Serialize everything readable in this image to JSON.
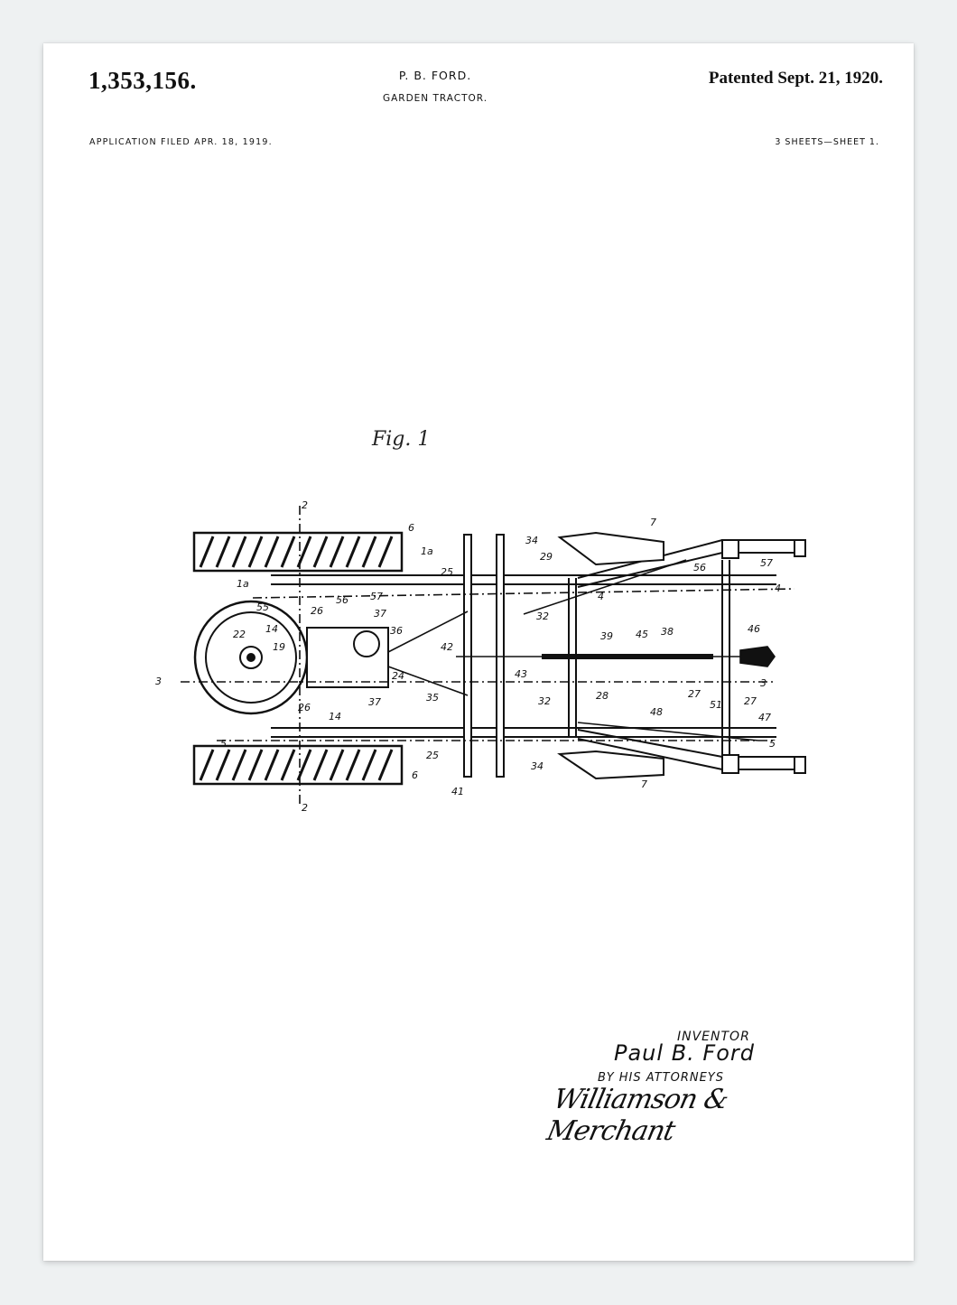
{
  "header": {
    "patent_number": "1,353,156.",
    "inventor": "P. B. FORD.",
    "title": "GARDEN TRACTOR.",
    "patented": "Patented Sept. 21, 1920.",
    "application_filed": "APPLICATION FILED APR. 18, 1919.",
    "sheets": "3 SHEETS—SHEET 1."
  },
  "figure": {
    "label": "Fig. 1",
    "reference_numerals": [
      "2",
      "6",
      "1a",
      "1a",
      "25",
      "34",
      "29",
      "7",
      "56",
      "57",
      "4",
      "4",
      "55",
      "26",
      "56",
      "57",
      "37",
      "36",
      "22",
      "14",
      "19",
      "42",
      "32",
      "39",
      "45",
      "38",
      "46",
      "3",
      "3",
      "24",
      "35",
      "43",
      "28",
      "27",
      "27",
      "51",
      "37",
      "26",
      "14",
      "5",
      "5",
      "32",
      "48",
      "47",
      "25",
      "34",
      "41",
      "6",
      "2",
      "7"
    ]
  },
  "signature_block": {
    "inventor_label": "INVENTOR",
    "inventor_name": "Paul B. Ford",
    "attorneys_label": "BY HIS ATTORNEYS",
    "attorney_signature": "Williamson & Merchant"
  },
  "colors": {
    "paper": "#ffffff",
    "ink": "#111111",
    "background": "#eef1f2"
  }
}
